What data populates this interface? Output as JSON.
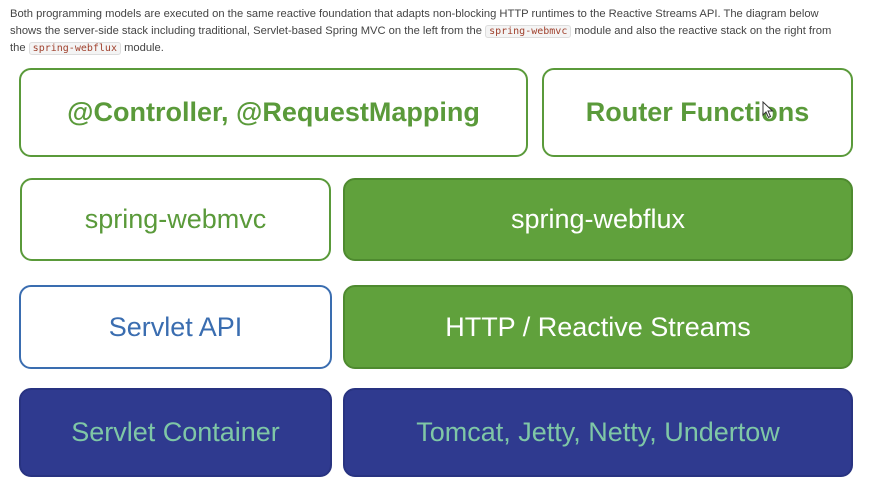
{
  "intro": {
    "t1": "Both programming models are executed on the same reactive foundation that adapts non-blocking HTTP runtimes to the Reactive Streams API. The diagram below shows the server-side stack including traditional, Servlet-based Spring MVC on the left from the ",
    "code1": "spring-webmvc",
    "t2": " module and also the reactive stack on the right from the ",
    "code2": "spring-webflux",
    "t3": " module."
  },
  "diagram": {
    "controller": "@Controller, @RequestMapping",
    "router": "Router Functions",
    "webmvc": "spring-webmvc",
    "webflux": "spring-webflux",
    "servlet_api": "Servlet API",
    "reactive_streams": "HTTP / Reactive Streams",
    "servlet_container": "Servlet Container",
    "runtimes": "Tomcat, Jetty, Netty, Undertow"
  },
  "colors": {
    "green": "#60a13c",
    "green_text": "#5a9a3a",
    "blue": "#3a6db0",
    "navy": "#2f3a8f",
    "navy_text": "#7fc7a6"
  }
}
